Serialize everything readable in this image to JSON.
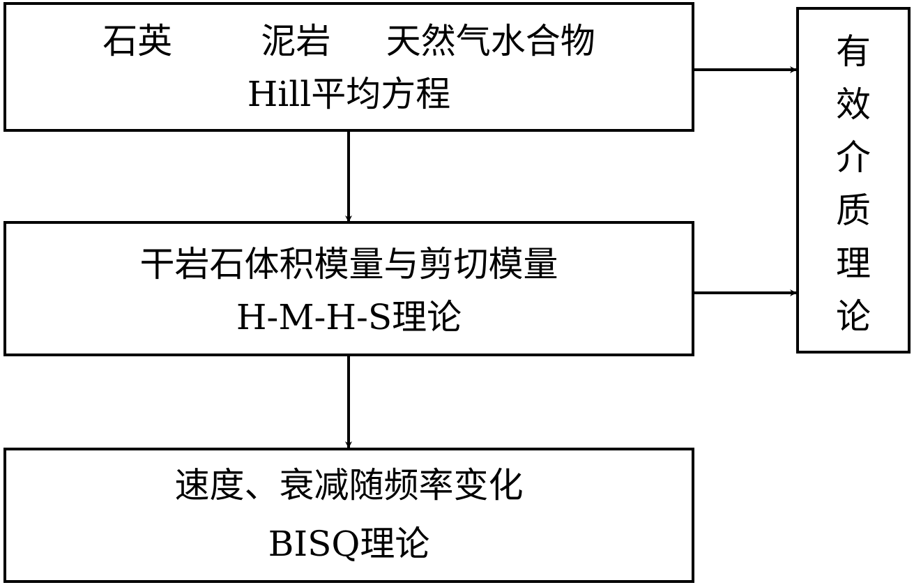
{
  "boxes": {
    "minerals": {
      "line1": "石英        泥岩     天然气水合物",
      "line2": "Hill平均方程"
    },
    "dry_rock": {
      "line1": "干岩石体积模量与剪切模量",
      "line2": "H-M-H-S理论"
    },
    "velocity": {
      "line1": "速度、衰减随频率变化",
      "line2": "BISQ理论"
    },
    "effective_medium": {
      "chars": [
        "有",
        "效",
        "介",
        "质",
        "理",
        "论"
      ]
    }
  }
}
